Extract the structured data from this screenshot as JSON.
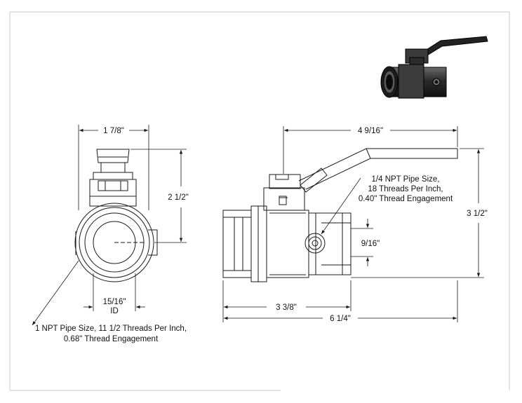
{
  "dimensions": {
    "end_width": "1 7/8\"",
    "end_height": "2 1/2\"",
    "id_value": "15/16\"",
    "id_label": "ID",
    "overall_width": "4 9/16\"",
    "overall_height": "3 1/2\"",
    "port_offset": "9/16\"",
    "half_length": "3 3/8\"",
    "overall_length": "6 1/4\""
  },
  "notes": {
    "side_port": [
      "1/4 NPT Pipe Size,",
      "18 Threads Per Inch,",
      "0.40\" Thread Engagement"
    ],
    "main_port": [
      "1 NPT Pipe Size, 11 1/2 Threads Per Inch,",
      "0.68\" Thread Engagement"
    ]
  },
  "colors": {
    "line": "#1a1a1a",
    "border": "#c8c8c8",
    "metal_dark": "#2a2a2a",
    "metal_mid": "#555555"
  }
}
